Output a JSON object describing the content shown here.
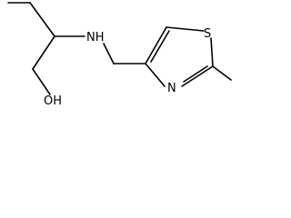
{
  "molecule": {
    "atoms": {
      "hydroxyl": "OH",
      "amine": "NH",
      "sulfur": "S",
      "nitrogen": "N"
    }
  }
}
